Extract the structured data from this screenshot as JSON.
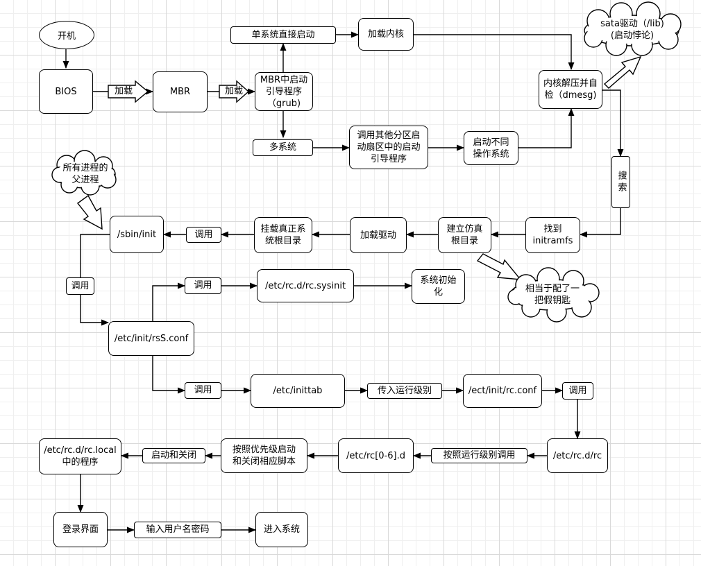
{
  "start": "开机",
  "nodes": {
    "bios": "BIOS",
    "mbr": "MBR",
    "mbr_boot": "MBR中启动\n引导程序\n（grub)",
    "load_kernel": "加载内核",
    "kernel_unpack": "内核解压并自\n检（dmesg)",
    "chain_boot": "调用其他分区启\n动扇区中的启动\n引导程序",
    "boot_other_os": "启动不同\n操作系统",
    "find_initramfs": "找到\ninitramfs",
    "build_root": "建立仿真\n根目录",
    "load_driver": "加载驱动",
    "mount_root": "挂载真正系\n统根目录",
    "sbin_init": "/sbin/init",
    "init_conf": "/etc/init/rsS.conf",
    "sysinit": "/etc/rc.d/rc.sysinit",
    "sys_init": "系统初始\n化",
    "inittab": "/etc/inittab",
    "rc_conf": "/ect/init/rc.conf",
    "rc_d_rc": "/etc/rc.d/rc",
    "rc_levels": "/etc/rc[0-6].d",
    "priority_scripts": "按照优先级启动\n和关闭相应脚本",
    "rc_local": "/etc/rc.d/rc.local\n中的程序",
    "login": "登录界面",
    "enter_system": "进入系统"
  },
  "labels": {
    "load1": "加载",
    "load2": "加载",
    "single_system": "单系统直接启动",
    "multi_system": "多系统",
    "search": "搜索",
    "call1": "调用",
    "call2": "调用",
    "call3": "调用",
    "call4": "调用",
    "call5": "调用",
    "pass_level": "传入运行级别",
    "by_level": "按照运行级别调用",
    "start_stop": "启动和关闭",
    "enter_password": "输入用户名密码"
  },
  "clouds": {
    "sata": "sata驱动（/lib)\n(启动悖论)",
    "parent": "所有进程的\n父进程",
    "key": "相当于配了一\n把假钥匙"
  }
}
